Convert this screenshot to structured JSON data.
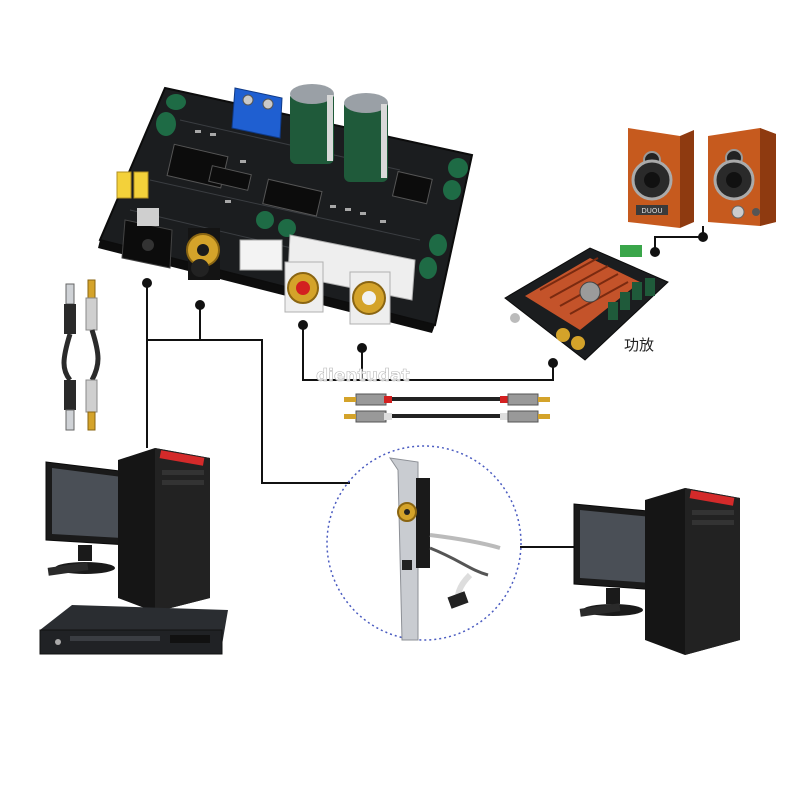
{
  "labels": {
    "amplifier": "功放",
    "watermark": "dientudat",
    "speaker_brand": "DUOU"
  },
  "colors": {
    "board": "#1a1c1e",
    "wire": "#111111",
    "amp_board": "#c4532a",
    "speaker_wood": "#c65a1e",
    "terminal_blue": "#1f5fd1",
    "capacitor": "#1f5a3a",
    "toslink_yellow": "#f3d13a",
    "rca_red": "#d32020",
    "rca_white": "#eeeeee",
    "gold": "#d4a32a",
    "bracket_silver": "#c9ccd1",
    "dotted_circle": "#4a5bc0",
    "computer_black": "#151515",
    "computer_red": "#d42a2a"
  },
  "icons": [
    "dac-board-icon",
    "speaker-icon",
    "amplifier-board-icon",
    "optical-cable-icon",
    "coax-cable-icon",
    "rca-cable-icon",
    "desktop-computer-icon",
    "dvd-player-icon",
    "pci-bracket-icon"
  ]
}
